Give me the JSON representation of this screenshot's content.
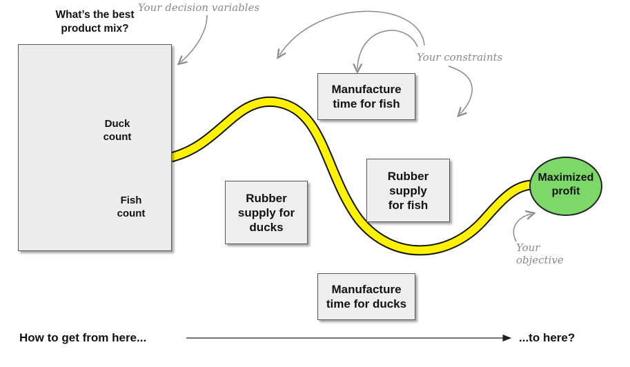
{
  "notes": {
    "decision_variables": "Your decision variables",
    "constraints": "Your constraints",
    "objective_line1": "Your",
    "objective_line2": "objective"
  },
  "panel": {
    "title_line1": "What’s the best",
    "title_line2": "product mix?",
    "duck_label_line1": "Duck",
    "duck_label_line2": "count",
    "fish_label_line1": "Fish",
    "fish_label_line2": "count"
  },
  "constraints": [
    {
      "line1": "Manufacture",
      "line2": "time for fish",
      "line3": ""
    },
    {
      "line1": "Rubber",
      "line2": "supply for",
      "line3": "ducks"
    },
    {
      "line1": "Rubber",
      "line2": "supply",
      "line3": "for fish"
    },
    {
      "line1": "Manufacture",
      "line2": "time for ducks",
      "line3": ""
    }
  ],
  "goal": {
    "line1": "Maximized",
    "line2": "profit"
  },
  "footer": {
    "left": "How to get from here...",
    "right": "...to here?"
  },
  "colors": {
    "path_fill": "#fff200",
    "goal_fill": "#7dd86a",
    "box_fill": "#eeeeee",
    "note_gray": "#8a8a8a"
  },
  "icons": {
    "duck": "rubber-duck-icon",
    "fish": "clownfish-icon"
  }
}
